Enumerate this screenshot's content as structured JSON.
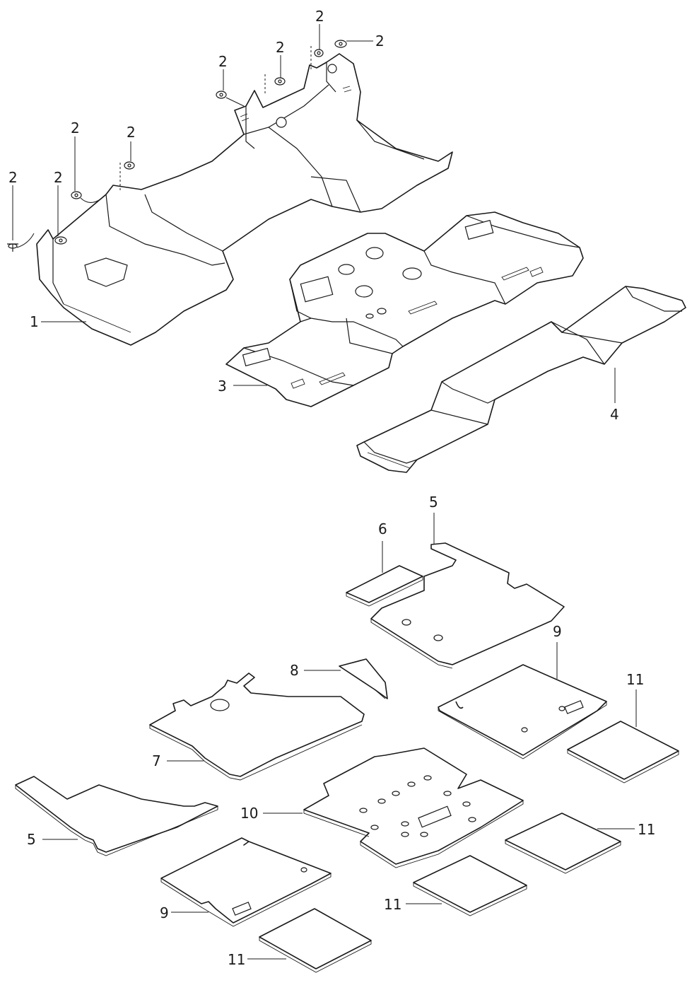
{
  "callouts": {
    "c1": "1",
    "c2a": "2",
    "c2b": "2",
    "c2c": "2",
    "c2d": "2",
    "c2e": "2",
    "c2f": "2",
    "c2g": "2",
    "c2h": "2",
    "c3": "3",
    "c4": "4",
    "c5a": "5",
    "c5b": "5",
    "c6": "6",
    "c7": "7",
    "c8": "8",
    "c9a": "9",
    "c9b": "9",
    "c10": "10",
    "c11a": "11",
    "c11b": "11",
    "c11c": "11",
    "c11d": "11"
  },
  "colors": {
    "line": "#1a1a1a",
    "background": "#ffffff"
  }
}
